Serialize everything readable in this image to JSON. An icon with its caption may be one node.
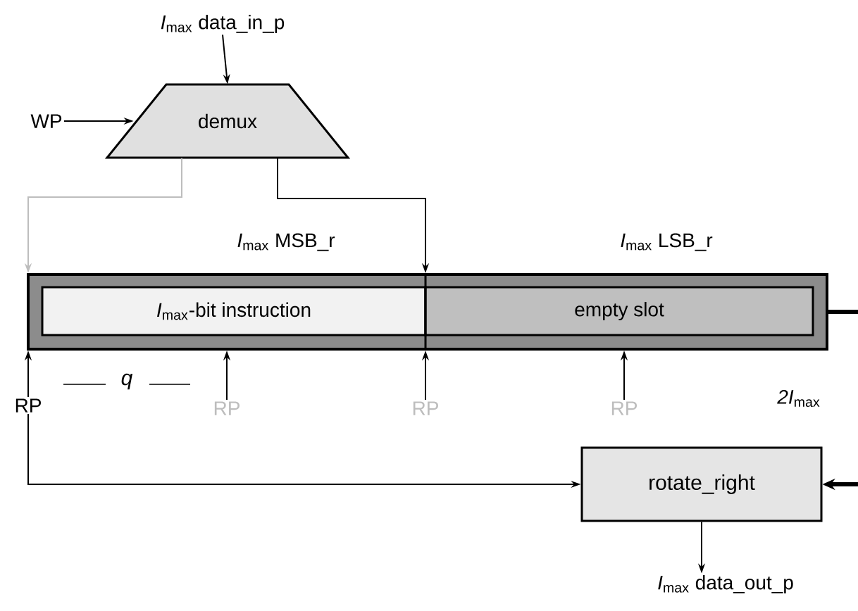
{
  "diagram": {
    "nodes": [
      {
        "text": [
          "*I*$_{max}$ data_in_p"
        ]
      },
      {
        "text": [
          "WP"
        ]
      },
      {
        "text": [
          "demux"
        ]
      },
      {
        "text": [],
        "shape": "box",
        "beside": [
          "*2I*$_{max}$"
        ]
      },
      {
        "text": [
          "*I*$_{max}$-bit instruction"
        ],
        "in": 3,
        "beside": [
          "*I*$_{max}$ MSB_r"
        ]
      },
      {
        "text": [
          "empty slot"
        ],
        "in": 3,
        "beside": [
          "*I*$_{max}$ LSB_r"
        ]
      },
      {
        "text": [
          "RP"
        ]
      },
      {
        "text": [
          "RP"
        ]
      },
      {
        "text": [
          "RP"
        ]
      },
      {
        "text": [
          "RP"
        ]
      },
      {
        "text": [
          "rotate_right"
        ]
      },
      {
        "text": [
          "*I*$_{max}$ data_out_p"
        ]
      }
    ],
    "edges": [
      {
        "from": 0,
        "to": 2,
        "arrow": "to"
      },
      {
        "from": 1,
        "to": 2,
        "arrow": "to"
      },
      {
        "from": 2,
        "to": 3,
        "arrow": "to",
        "color": "#bdbdbd"
      },
      {
        "from": 2,
        "to": 3,
        "arrow": "to"
      },
      {
        "from": 6,
        "to": 3,
        "arrow": "to"
      },
      {
        "from": 7,
        "to": 3,
        "arrow": "to"
      },
      {
        "from": 8,
        "to": 3,
        "arrow": "to"
      },
      {
        "from": 9,
        "to": 3,
        "arrow": "to"
      },
      {
        "from": 6,
        "to": 10,
        "arrow": "to"
      },
      {
        "from": null,
        "to": 10,
        "arrow": "to",
        "style": "thick"
      },
      {
        "from": 3,
        "to": null,
        "arrow": "none",
        "style": "thick"
      },
      {
        "from": 10,
        "to": 11,
        "arrow": "to"
      }
    ],
    "labels": [
      "q"
    ]
  }
}
